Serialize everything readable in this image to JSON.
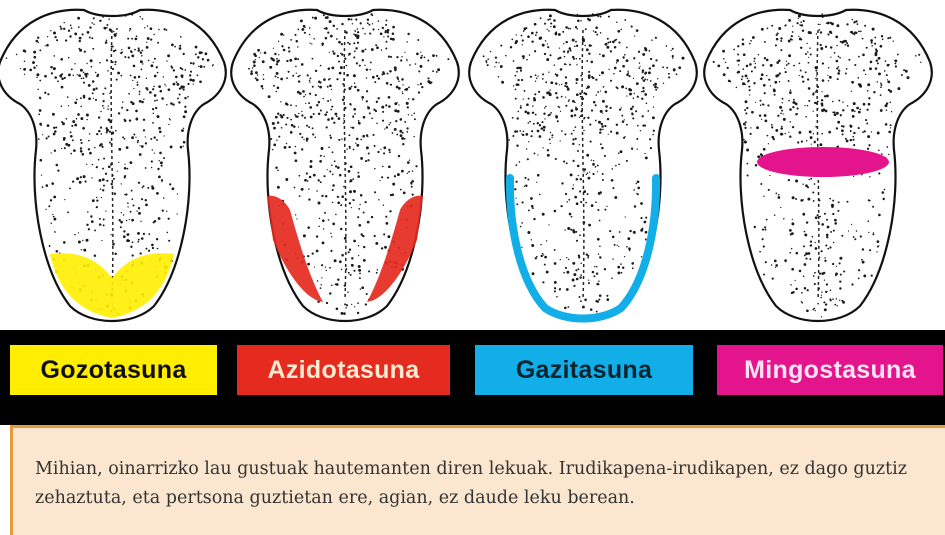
{
  "legend": [
    {
      "label": "Gozotasuna",
      "bg": "#ffee00",
      "fg": "#111111",
      "zone": "tip"
    },
    {
      "label": "Azidotasuna",
      "bg": "#e52a1f",
      "fg": "#ffe9d0",
      "zone": "sides"
    },
    {
      "label": "Gazitasuna",
      "bg": "#12aee8",
      "fg": "#0b2430",
      "zone": "edges"
    },
    {
      "label": "Mingostasuna",
      "bg": "#e3148c",
      "fg": "#ffe3f2",
      "zone": "back"
    }
  ],
  "caption": "Mihian, oinarrizko lau gustuak hautemanten diren lekuak. Irudikapena-irudikapen, ez dago guztiz zehaztuta, eta pertsona guztietan ere, agian, ez daude leku berean.",
  "colors": {
    "caption_bg": "#fbe6cf",
    "caption_border": "#e59a3c",
    "legend_bar": "#000000",
    "tongue_outline": "#111111"
  }
}
